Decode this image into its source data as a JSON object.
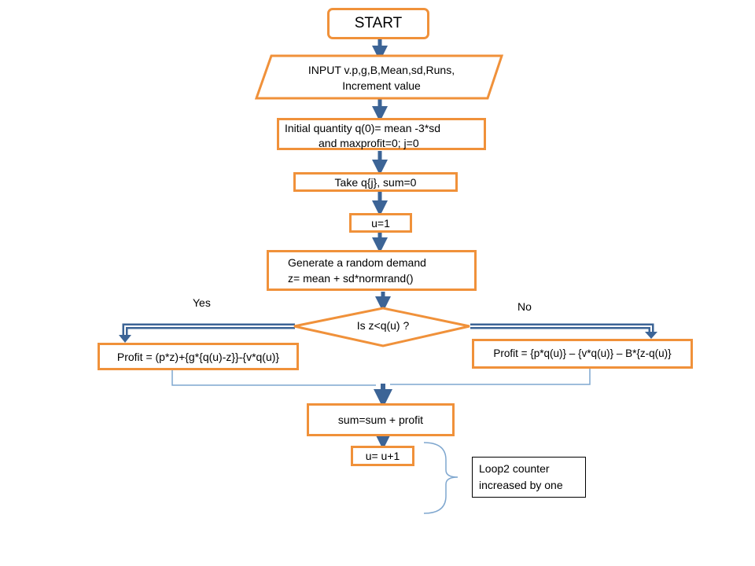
{
  "flowchart": {
    "start": "START",
    "input_line1": "INPUT v.p,g,B,Mean,sd,Runs,",
    "input_line2": "Increment  value",
    "init_line1": "Initial quantity q(0)= mean -3*sd",
    "init_line2": "and maxprofit=0; j=0",
    "take_q": "Take q{j}, sum=0",
    "u_init": "u=1",
    "generate_line1": "Generate  a random demand",
    "generate_line2": "z= mean + sd*normrand()",
    "decision": "Is z<q(u)  ?",
    "yes_label": "Yes",
    "no_label": "No",
    "profit_yes": "Profit = (p*z)+{g*{q(u)-z}}-{v*q(u)}",
    "profit_no": "Profit = {p*q(u)}  – {v*q(u)}  – B*{z-q(u)}",
    "sum_update": "sum=sum + profit",
    "u_increment": "u= u+1",
    "note_line1": "Loop2 counter",
    "note_line2": "increased by one"
  },
  "colors": {
    "box_border": "#f0913a",
    "arrow": "#3c6496",
    "connector": "#7fa7cf"
  }
}
